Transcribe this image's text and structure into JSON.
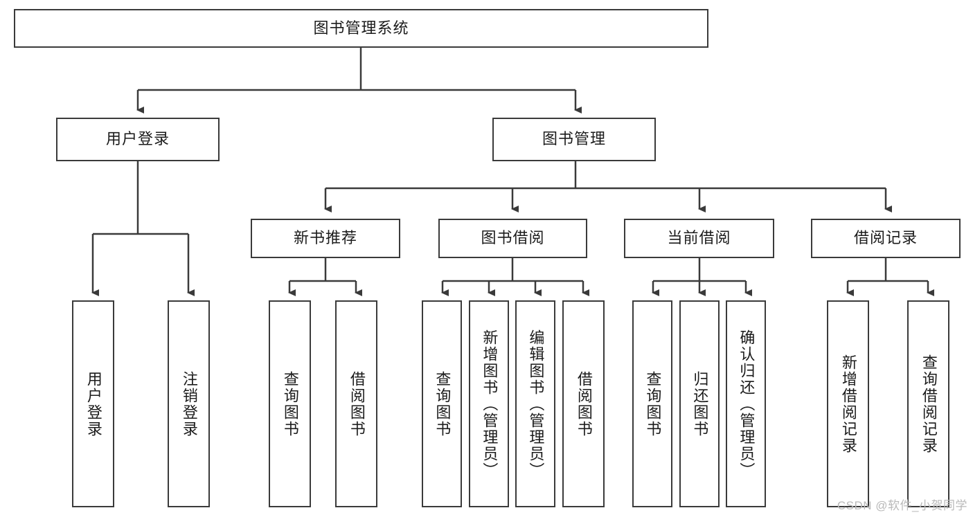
{
  "diagram": {
    "type": "tree-hierarchy-chart",
    "title": "图书管理系统",
    "colors": {
      "box_border": "#3a3a3a",
      "box_fill": "#ffffff",
      "connector": "#3a3a3a",
      "text": "#1b1b1b",
      "watermark": "#b9b9b9",
      "background": "#ffffff"
    },
    "root": {
      "label": "图书管理系统",
      "orientation": "horizontal"
    },
    "level2": [
      {
        "label": "用户登录",
        "orientation": "horizontal"
      },
      {
        "label": "图书管理",
        "orientation": "horizontal"
      }
    ],
    "level3": [
      {
        "label": "新书推荐",
        "orientation": "horizontal"
      },
      {
        "label": "图书借阅",
        "orientation": "horizontal"
      },
      {
        "label": "当前借阅",
        "orientation": "horizontal"
      },
      {
        "label": "借阅记录",
        "orientation": "horizontal"
      }
    ],
    "leaves": {
      "user_login": [
        {
          "label": "用户登录",
          "orientation": "vertical"
        },
        {
          "label": "注销登录",
          "orientation": "vertical"
        }
      ],
      "new_book_recommend": [
        {
          "label": "查询图书",
          "orientation": "vertical"
        },
        {
          "label": "借阅图书",
          "orientation": "vertical"
        }
      ],
      "book_borrow": [
        {
          "label": "查询图书",
          "orientation": "vertical"
        },
        {
          "label": "新增图书（管理员）",
          "orientation": "vertical"
        },
        {
          "label": "编辑图书（管理员）",
          "orientation": "vertical"
        },
        {
          "label": "借阅图书",
          "orientation": "vertical"
        }
      ],
      "current_borrow": [
        {
          "label": "查询图书",
          "orientation": "vertical"
        },
        {
          "label": "归还图书",
          "orientation": "vertical"
        },
        {
          "label": "确认归还（管理员）",
          "orientation": "vertical"
        }
      ],
      "borrow_record": [
        {
          "label": "新增借阅记录",
          "orientation": "vertical"
        },
        {
          "label": "查询借阅记录",
          "orientation": "vertical"
        }
      ]
    },
    "watermark": "CSDN @软件_小贺同学"
  }
}
